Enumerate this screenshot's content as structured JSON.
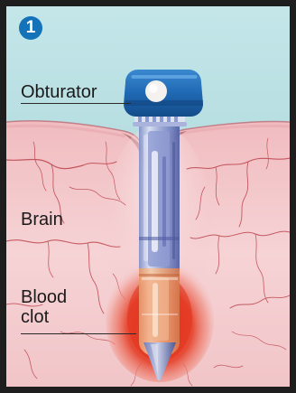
{
  "step_number": "1",
  "labels": {
    "obturator": "Obturator",
    "brain": "Brain",
    "blood_clot_line1": "Blood",
    "blood_clot_line2": "clot"
  },
  "colors": {
    "sky": "#bfe3e6",
    "brain_tissue": "#f3c9cc",
    "brain_highlight": "#fbe6e7",
    "vessels": "#b5323c",
    "clot": "#e0341f",
    "obturator_cap": "#1f69b3",
    "step_badge": "#1372b8"
  }
}
